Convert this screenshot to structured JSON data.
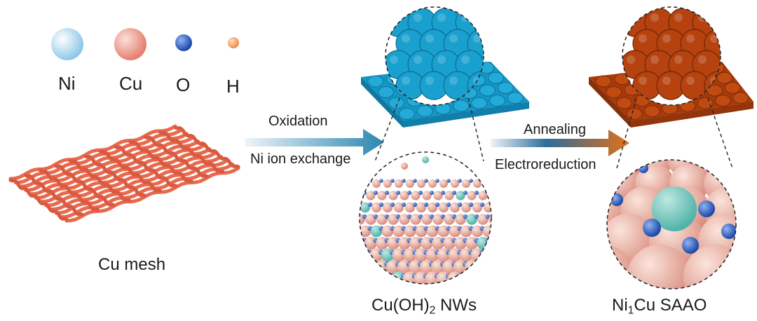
{
  "legend": {
    "items": [
      {
        "label": "Ni",
        "color": "#a8d6ef"
      },
      {
        "label": "Cu",
        "color": "#ec9a8e"
      },
      {
        "label": "O",
        "color": "#2f63c9"
      },
      {
        "label": "H",
        "color": "#f1a26a"
      }
    ]
  },
  "steps": {
    "step1_top": "Oxidation",
    "step1_bottom": "Ni ion exchange",
    "step2_top": "Annealing",
    "step2_bottom": "Electroreduction"
  },
  "captions": {
    "mesh": "Cu mesh",
    "nws_pre": "Cu(OH)",
    "nws_sub": "2",
    "nws_post": " NWs",
    "saao_pre": "Ni",
    "saao_sub": "1",
    "saao_post": "Cu SAAO"
  },
  "colors": {
    "mesh": "#e86a4e",
    "nws": "#1aa0cf",
    "saao": "#b5420f",
    "arrow1_start": "#e9f2f8",
    "arrow1_end": "#2a86b0",
    "arrow2_start": "#e9f2f8",
    "arrow2_mid": "#2c6e9a",
    "arrow2_end": "#e0701a"
  }
}
